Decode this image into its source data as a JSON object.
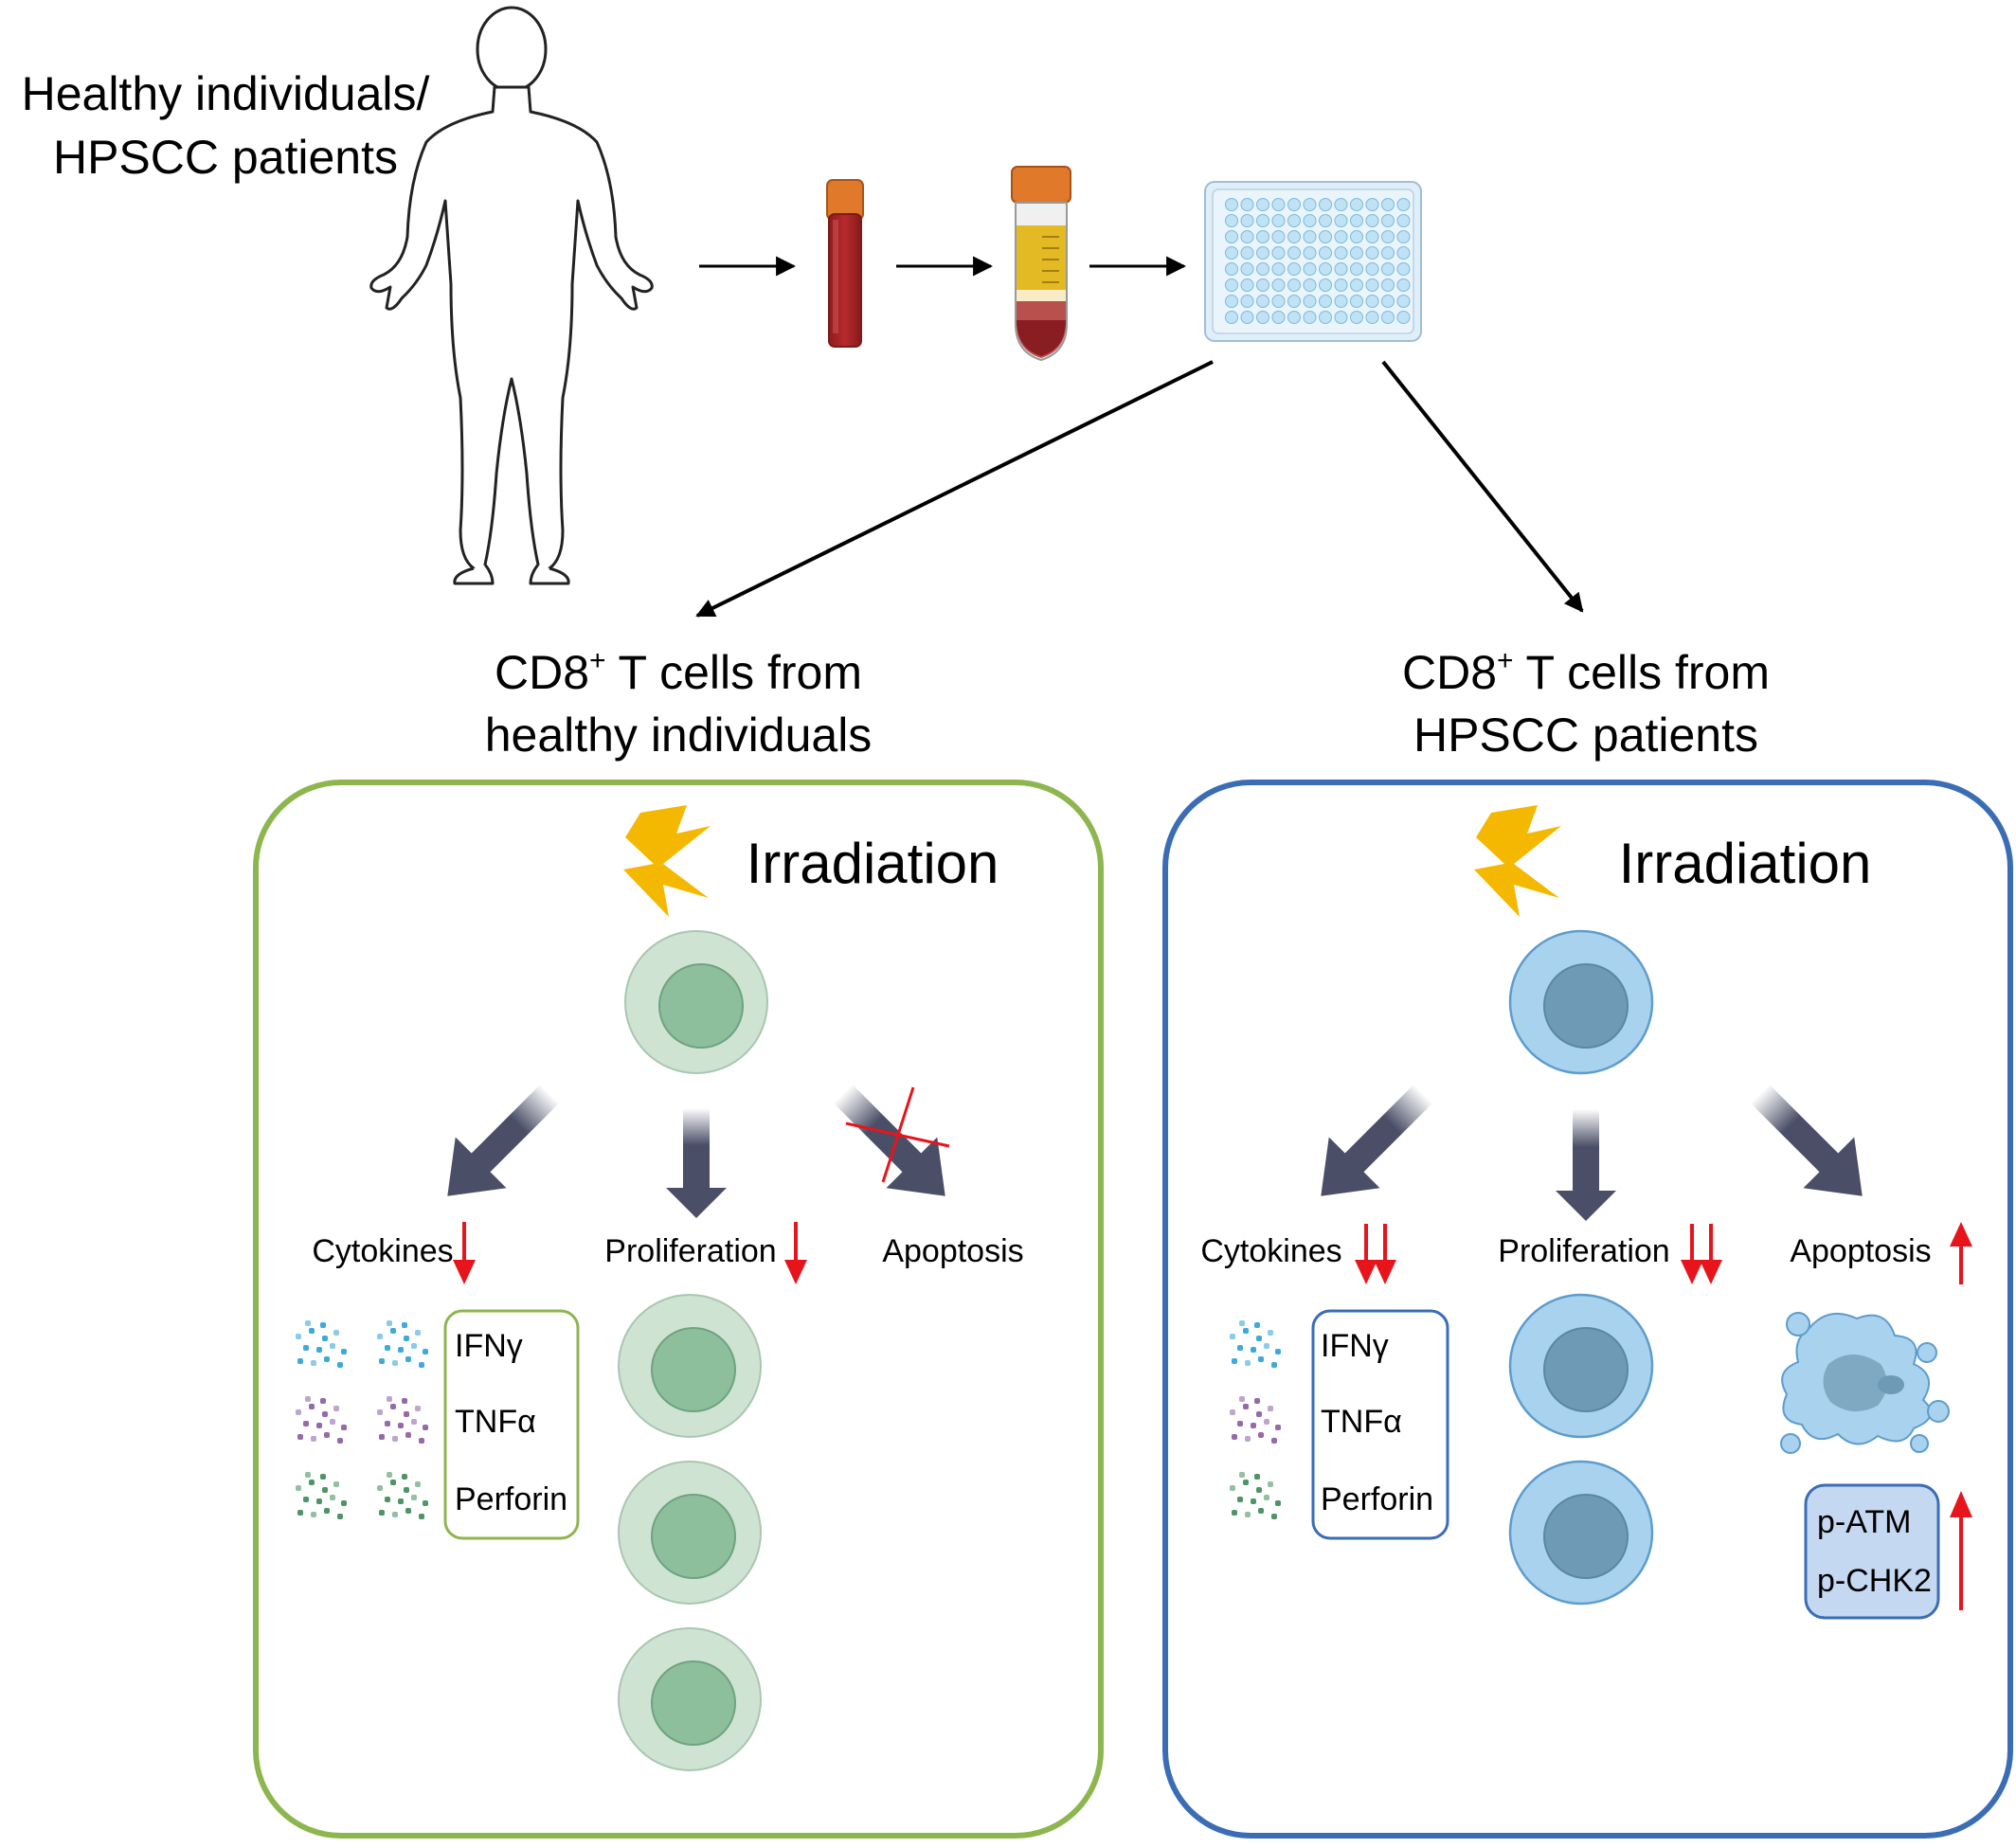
{
  "source": {
    "label_line1": "Healthy individuals/",
    "label_line2": "HPSCC patients"
  },
  "branches": {
    "left": {
      "title_line1_prefix": "CD8",
      "title_line1_sup": "+",
      "title_line1_suffix": " T cells from",
      "title_line2": "healthy individuals"
    },
    "right": {
      "title_line1_prefix": "CD8",
      "title_line1_sup": "+",
      "title_line1_suffix": " T cells from",
      "title_line2": "HPSCC patients"
    }
  },
  "panels": {
    "left": {
      "border_color": "#8db64e",
      "irradiation": "Irradiation",
      "cytokines": "Cytokines",
      "proliferation": "Proliferation",
      "apoptosis": "Apoptosis",
      "cytokine_list": [
        "IFNγ",
        "TNFα",
        "Perforin"
      ]
    },
    "right": {
      "border_color": "#3b6db5",
      "irradiation": "Irradiation",
      "cytokines": "Cytokines",
      "proliferation": "Proliferation",
      "apoptosis": "Apoptosis",
      "cytokine_list": [
        "IFNγ",
        "TNFα",
        "Perforin"
      ],
      "markers": [
        "p-ATM",
        "p-CHK2"
      ]
    }
  },
  "colors": {
    "down_arrow": "#e8141c",
    "lightning": "#f5b800",
    "thick_arrow": "#4a4e66",
    "green_cell_outer": "#cfe3d3",
    "green_cell_inner": "#8dbf9c",
    "blue_cell_outer": "#a9d2ee",
    "blue_cell_inner": "#6e9ab6",
    "dots_blue": "#2ba0d8",
    "dots_purple": "#8a5aa0",
    "dots_green": "#3b8a55"
  }
}
